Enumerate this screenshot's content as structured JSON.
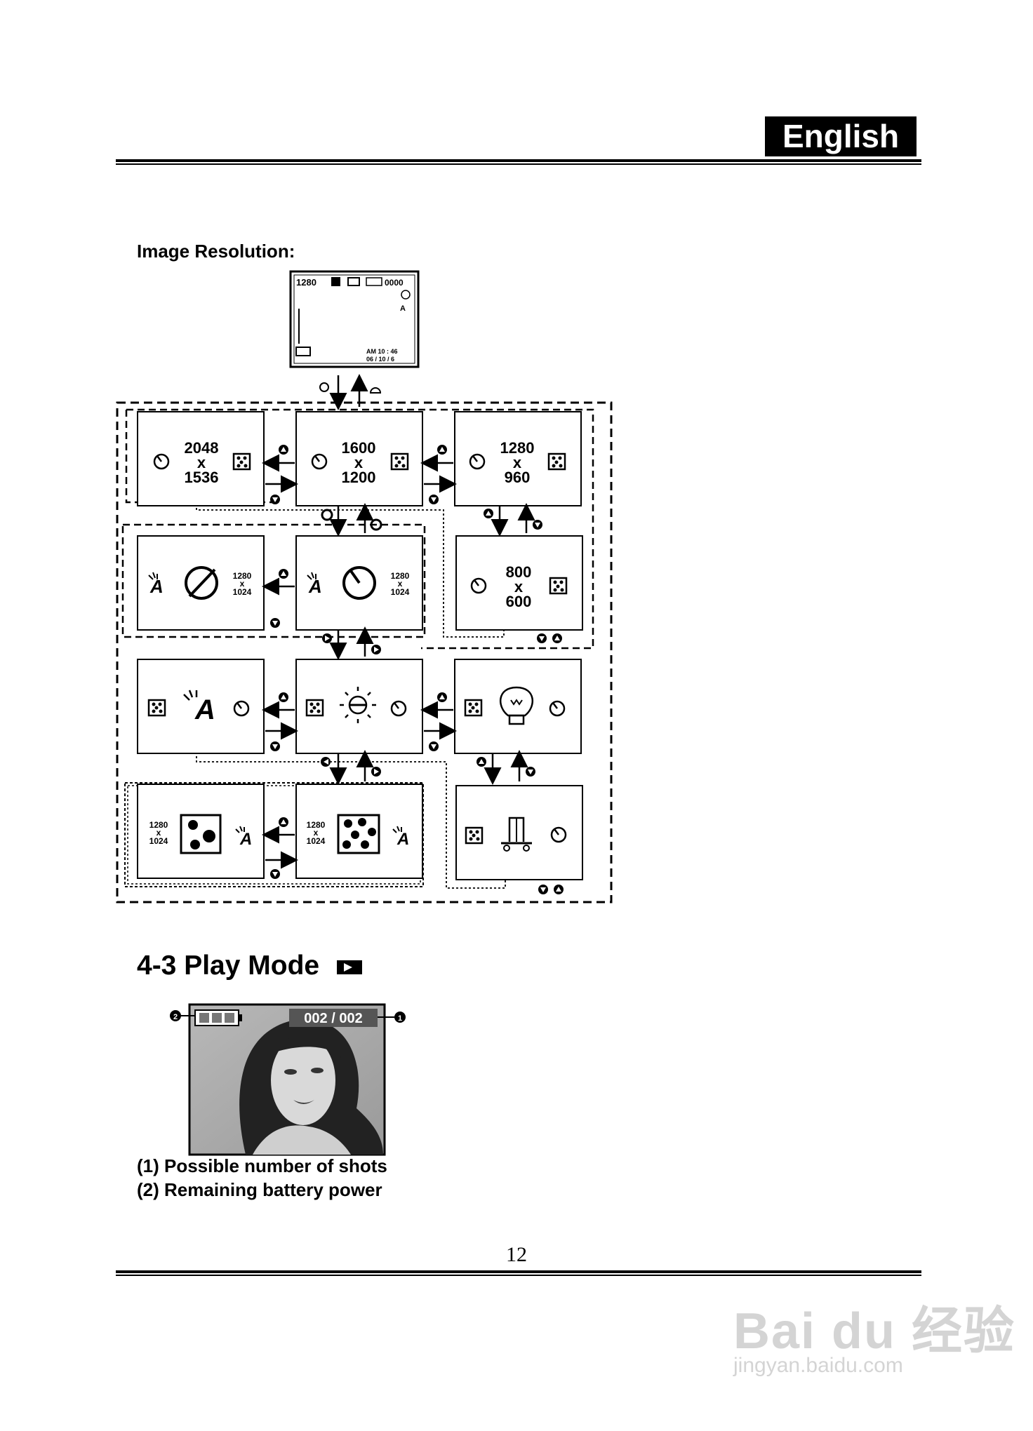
{
  "header": {
    "language_badge": "English"
  },
  "image_resolution": {
    "title": "Image Resolution:",
    "lcd_preview": {
      "resolution": "1280",
      "shots": "0000",
      "time": "AM 10 : 46",
      "date": "06 / 10 / 6"
    },
    "resolutions": [
      {
        "w": "2048",
        "x": "x",
        "h": "1536"
      },
      {
        "w": "1600",
        "x": "x",
        "h": "1200"
      },
      {
        "w": "1280",
        "x": "x",
        "h": "960"
      },
      {
        "w": "800",
        "x": "x",
        "h": "600"
      }
    ],
    "small_res": {
      "w": "1280",
      "x": "x",
      "h": "1024"
    }
  },
  "play_mode": {
    "heading": "4-3 Play Mode",
    "counter": "002 / 002",
    "legend": [
      "(1) Possible number of shots",
      "(2) Remaining battery power"
    ]
  },
  "footer": {
    "page_number": "12"
  },
  "watermark": {
    "line1": "Bai du 经验",
    "line2": "jingyan.baidu.com"
  }
}
